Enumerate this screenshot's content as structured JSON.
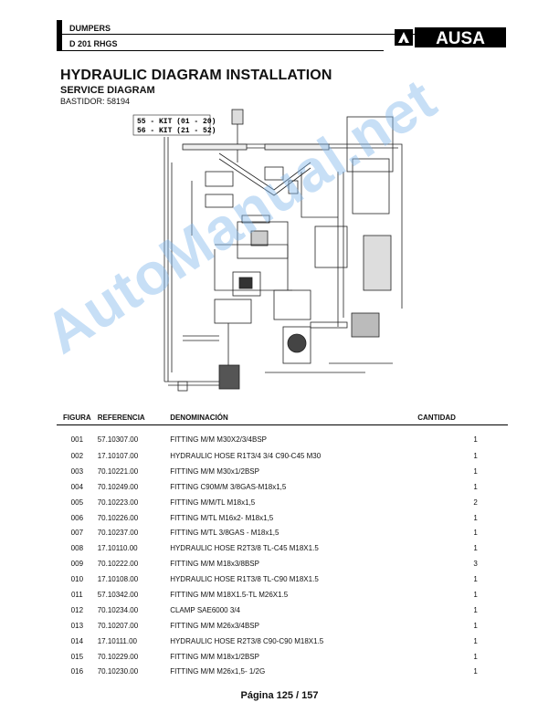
{
  "header": {
    "line1": "DUMPERS",
    "line2": "D 201 RHGS",
    "logo_text": "AUSA"
  },
  "doc": {
    "title": "HYDRAULIC DIAGRAM INSTALLATION",
    "subtitle": "SERVICE DIAGRAM",
    "frame": "BASTIDOR: 58194"
  },
  "diagram": {
    "kit_label_1": "55 - KIT (01 - 20)",
    "kit_label_2": "56 - KIT (21 - 52)"
  },
  "watermark": "AutoManual.net",
  "table": {
    "columns": [
      "FIGURA",
      "REFERENCIA",
      "DENOMINACIÓN",
      "CANTIDAD"
    ],
    "rows": [
      {
        "fig": "001",
        "ref": "57.10307.00",
        "name": "FITTING M/M M30X2/3/4BSP",
        "qty": "1"
      },
      {
        "fig": "002",
        "ref": "17.10107.00",
        "name": "HYDRAULIC HOSE R1T3/4 3/4 C90-C45 M30",
        "qty": "1"
      },
      {
        "fig": "003",
        "ref": "70.10221.00",
        "name": "FITTING M/M M30x1/2BSP",
        "qty": "1"
      },
      {
        "fig": "004",
        "ref": "70.10249.00",
        "name": "FITTING C90M/M 3/8GAS-M18x1,5",
        "qty": "1"
      },
      {
        "fig": "005",
        "ref": "70.10223.00",
        "name": "FITTING M/M/TL M18x1,5",
        "qty": "2"
      },
      {
        "fig": "006",
        "ref": "70.10226.00",
        "name": "FITTING M/TL M16x2- M18x1,5",
        "qty": "1"
      },
      {
        "fig": "007",
        "ref": "70.10237.00",
        "name": "FITTING M/TL 3/8GAS - M18x1,5",
        "qty": "1"
      },
      {
        "fig": "008",
        "ref": "17.10110.00",
        "name": "HYDRAULIC HOSE R2T3/8 TL-C45 M18X1.5",
        "qty": "1"
      },
      {
        "fig": "009",
        "ref": "70.10222.00",
        "name": "FITTING M/M M18x3/8BSP",
        "qty": "3"
      },
      {
        "fig": "010",
        "ref": "17.10108.00",
        "name": "HYDRAULIC HOSE R1T3/8 TL-C90 M18X1.5",
        "qty": "1"
      },
      {
        "fig": "011",
        "ref": "57.10342.00",
        "name": "FITTING M/M M18X1.5-TL M26X1.5",
        "qty": "1"
      },
      {
        "fig": "012",
        "ref": "70.10234.00",
        "name": "CLAMP SAE6000 3/4",
        "qty": "1"
      },
      {
        "fig": "013",
        "ref": "70.10207.00",
        "name": "FITTING M/M M26x3/4BSP",
        "qty": "1"
      },
      {
        "fig": "014",
        "ref": "17.10111.00",
        "name": "HYDRAULIC HOSE R2T3/8 C90-C90 M18X1.5",
        "qty": "1"
      },
      {
        "fig": "015",
        "ref": "70.10229.00",
        "name": "FITTING M/M M18x1/2BSP",
        "qty": "1"
      },
      {
        "fig": "016",
        "ref": "70.10230.00",
        "name": "FITTING M/M M26x1,5- 1/2G",
        "qty": "1"
      }
    ]
  },
  "footer": {
    "page_label": "Página 125 / 157"
  }
}
